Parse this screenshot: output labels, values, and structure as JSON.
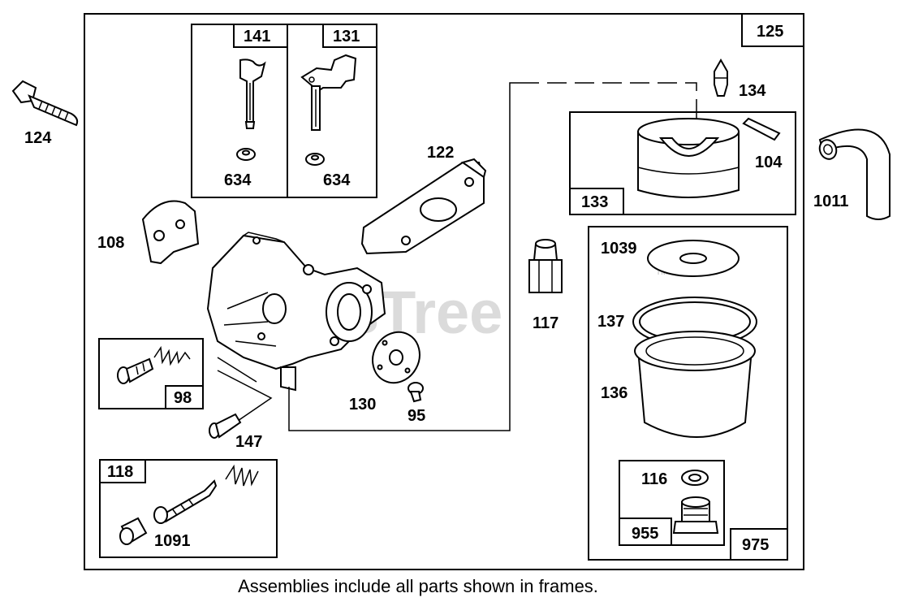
{
  "watermark": "PartsTree",
  "watermark_tm": "TM",
  "caption": "Assemblies include all parts shown in frames.",
  "frames": {
    "main": "125",
    "f141": "141",
    "f131": "131",
    "f133": "133",
    "f98": "98",
    "f118": "118",
    "f955": "955",
    "f975": "975"
  },
  "parts": {
    "p124": "124",
    "p634a": "634",
    "p634b": "634",
    "p122": "122",
    "p134": "134",
    "p104": "104",
    "p1011": "1011",
    "p108": "108",
    "p117": "117",
    "p1039": "1039",
    "p137": "137",
    "p136": "136",
    "p130": "130",
    "p95": "95",
    "p147": "147",
    "p1091": "1091",
    "p116": "116"
  }
}
